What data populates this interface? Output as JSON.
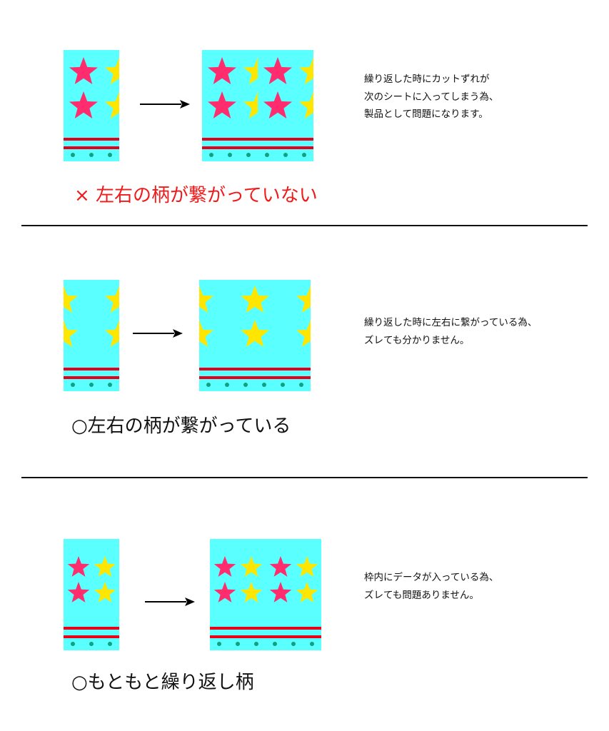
{
  "colors": {
    "background": "#5affff",
    "red_star": "#ff2d6e",
    "yellow_star": "#ffe600",
    "stripe": "#e8001a",
    "dot": "#13a07e",
    "bad": "#f01a1a"
  },
  "sections": [
    {
      "caption": "× 左右の柄が繋がっていない",
      "description": [
        "繰り返した時にカットずれが",
        "次のシートに入ってしまう為、",
        "製品として問題になります。"
      ]
    },
    {
      "caption": "○左右の柄が繋がっている",
      "description": [
        "繰り返した時に左右に繋がっている為、",
        "ズレても分かりません。"
      ]
    },
    {
      "caption": "○もともと繰り返し柄",
      "description": [
        "枠内にデータが入っている為、",
        "ズレても問題ありません。"
      ]
    }
  ]
}
